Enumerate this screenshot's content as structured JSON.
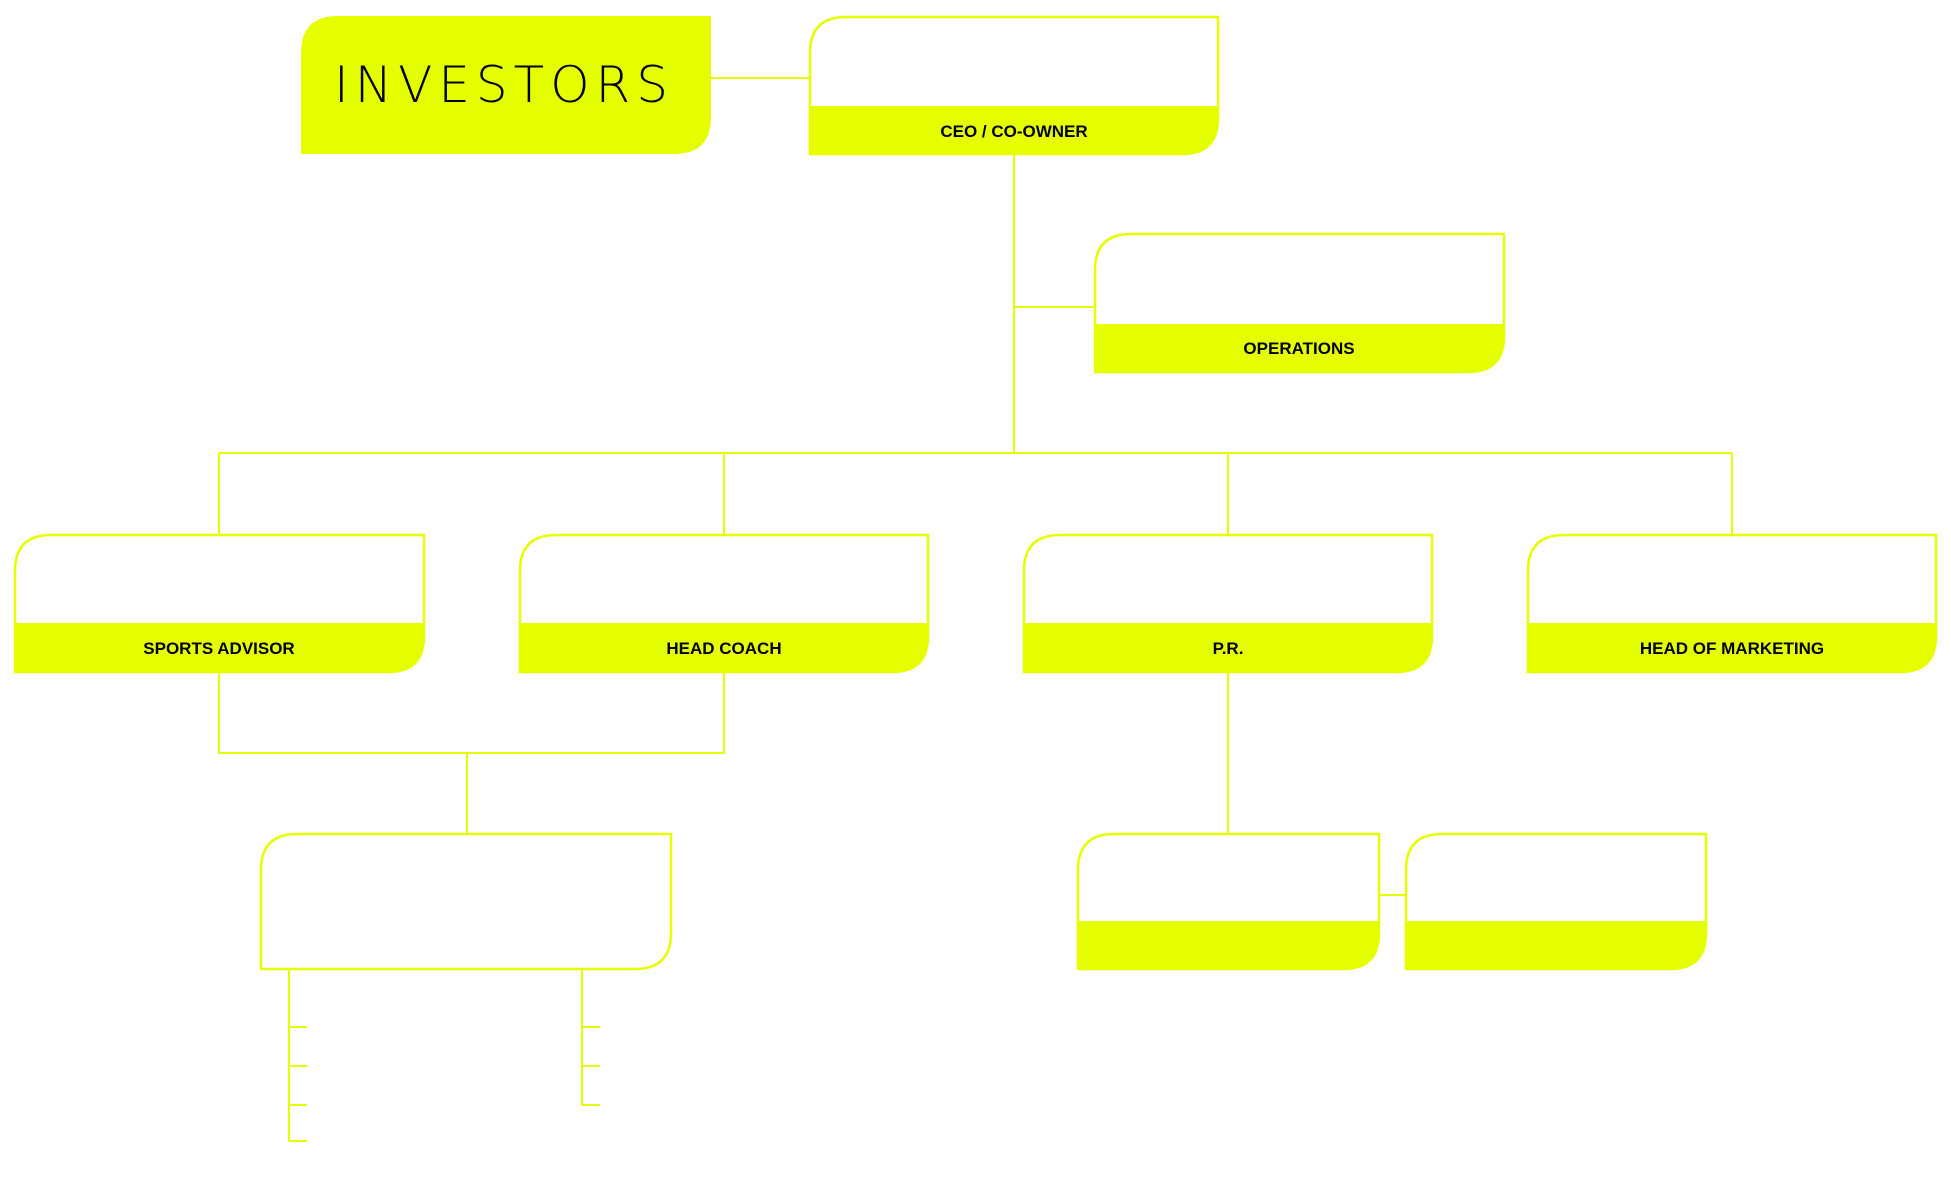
{
  "accent_color": "#e6ff00",
  "investors": {
    "label": "INVESTORS"
  },
  "ceo": {
    "label": "CEO / CO-OWNER"
  },
  "operations": {
    "label": "OPERATIONS"
  },
  "departments": [
    {
      "label": "SPORTS ADVISOR"
    },
    {
      "label": "HEAD COACH"
    },
    {
      "label": "P.R."
    },
    {
      "label": "HEAD OF MARKETING"
    }
  ]
}
